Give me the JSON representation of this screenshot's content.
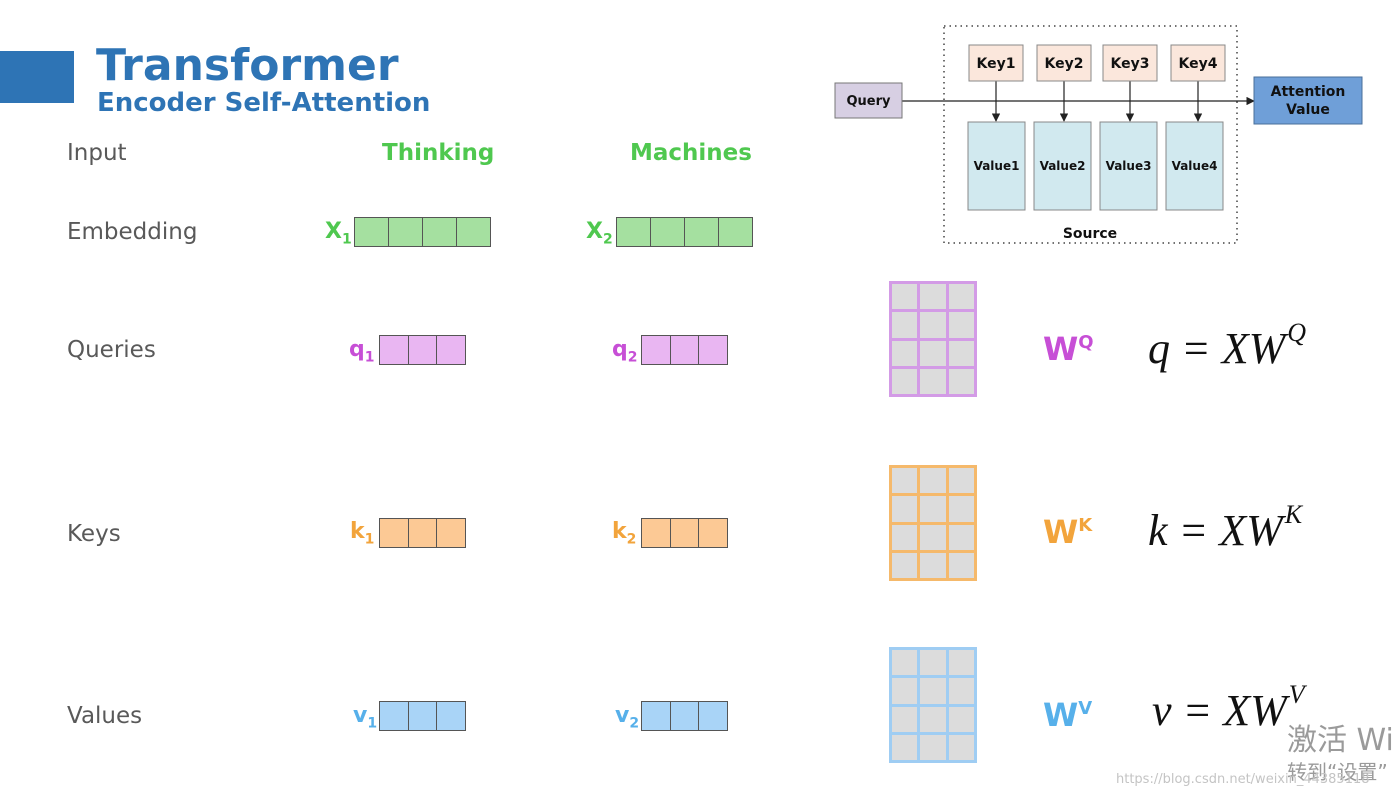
{
  "header": {
    "title": "Transformer",
    "subtitle": "Encoder Self-Attention"
  },
  "rows": {
    "input": "Input",
    "embedding": "Embedding",
    "queries": "Queries",
    "keys": "Keys",
    "values": "Values"
  },
  "words": [
    "Thinking",
    "Machines"
  ],
  "symbols": {
    "x1": {
      "base": "X",
      "sub": "1"
    },
    "x2": {
      "base": "X",
      "sub": "2"
    },
    "q1": {
      "base": "q",
      "sub": "1"
    },
    "q2": {
      "base": "q",
      "sub": "2"
    },
    "k1": {
      "base": "k",
      "sub": "1"
    },
    "k2": {
      "base": "k",
      "sub": "2"
    },
    "v1": {
      "base": "v",
      "sub": "1"
    },
    "v2": {
      "base": "v",
      "sub": "2"
    }
  },
  "weights": {
    "q": {
      "base": "W",
      "sup": "Q"
    },
    "k": {
      "base": "W",
      "sup": "K"
    },
    "v": {
      "base": "W",
      "sup": "V"
    }
  },
  "formulas": {
    "q": {
      "lhs": "q",
      "rhs": "= XW",
      "sup": "Q"
    },
    "k": {
      "lhs": "k",
      "rhs": "= XW",
      "sup": "K"
    },
    "v": {
      "lhs": "v",
      "rhs": "= XW",
      "sup": "V"
    }
  },
  "inset": {
    "query": "Query",
    "keys": [
      "Key1",
      "Key2",
      "Key3",
      "Key4"
    ],
    "values": [
      "Value1",
      "Value2",
      "Value3",
      "Value4"
    ],
    "source": "Source",
    "output_line1": "Attention",
    "output_line2": "Value"
  },
  "watermark": {
    "line1": "激活 Wi",
    "line2": "转到“设置”",
    "url": "https://blog.csdn.net/weixin_44385118"
  },
  "colors": {
    "accent": "#2e74b5",
    "green": "#4fc84f",
    "green_fill": "#a5e0a0",
    "purple": "#c74fd6",
    "purple_fill": "#e9b6f2",
    "purple_border": "#d39be6",
    "orange": "#f2a43c",
    "orange_fill": "#fcc995",
    "orange_border": "#f5b96b",
    "blue": "#57b0ea",
    "blue_fill": "#a9d4f7",
    "blue_border": "#9fcdf3"
  }
}
